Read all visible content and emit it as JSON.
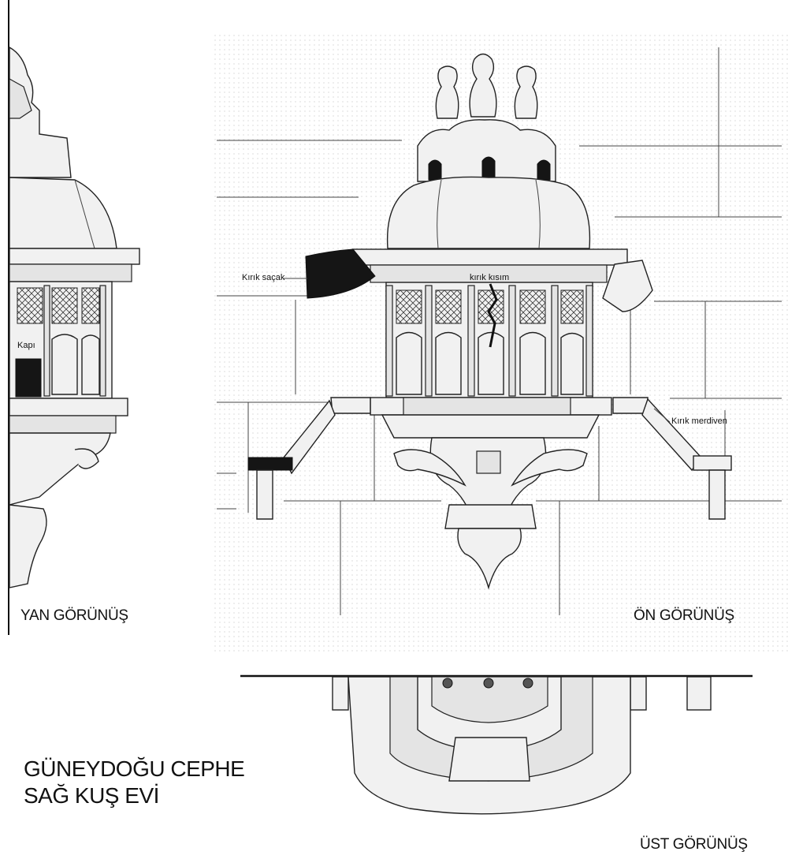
{
  "title": {
    "line1": "GÜNEYDOĞU CEPHE",
    "line2": "SAĞ KUŞ EVİ"
  },
  "views": {
    "side": "YAN GÖRÜNÜŞ",
    "front": "ÖN GÖRÜNÜŞ",
    "top": "ÜST GÖRÜNÜŞ"
  },
  "annotations": {
    "door": "Kapı",
    "broken_eave": "Kırık saçak",
    "broken_part": "kırık kısım",
    "broken_stair": "Kırık merdiven"
  }
}
